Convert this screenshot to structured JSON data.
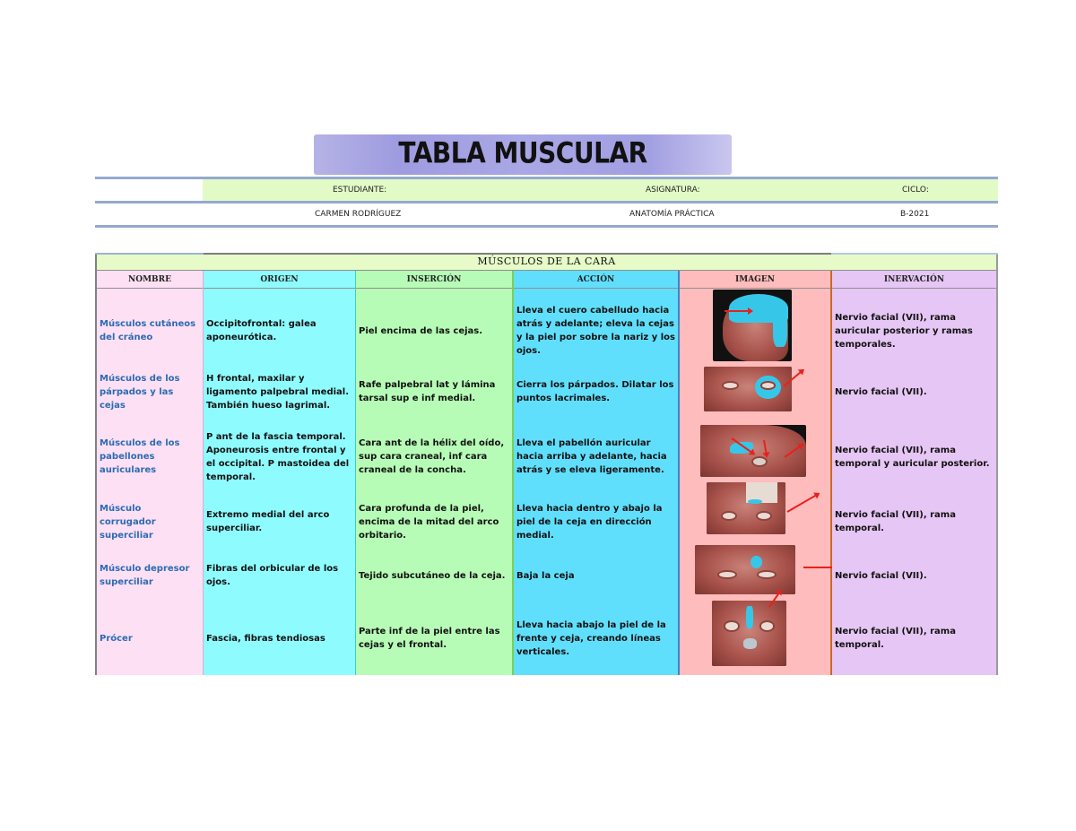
{
  "document": {
    "title": "TABLA MUSCULAR"
  },
  "info": {
    "labels": {
      "student": "ESTUDIANTE:",
      "subject": "ASIGNATURA:",
      "cycle": "CICLO:"
    },
    "values": {
      "student": "CARMEN RODRÍGUEZ",
      "subject": "ANATOMÍA PRÁCTICA",
      "cycle": "B-2021"
    }
  },
  "table": {
    "section_title": "MÚSCULOS  DE LA CARA",
    "columns": [
      "NOMBRE",
      "ORIGEN",
      "INSERCIÓN",
      "ACCIÓN",
      "IMAGEN",
      "INERVACIÓN"
    ],
    "column_colors": {
      "nombre": "#fde0f3",
      "origen": "#8efcff",
      "insercion": "#b6fcb6",
      "accion": "#60dffc",
      "imagen": "#ffbcbc",
      "inervacion": "#e6c6f4"
    },
    "rows": [
      {
        "nombre": "Músculos cutáneos del cráneo",
        "origen": "Occipitofrontal:  galea aponeurótica.",
        "insercion": "Piel encima de las cejas.",
        "accion": "Lleva el cuero cabelludo hacia atrás y adelante; eleva la cejas y la piel por sobre la nariz y los ojos.",
        "imagen": "occipitofrontal-lateral-view",
        "inervacion": "Nervio facial (VII), rama auricular posterior y ramas temporales."
      },
      {
        "nombre": "Músculos de los párpados y las cejas",
        "origen": "H frontal, maxilar y ligamento palpebral medial. También hueso lagrimal.",
        "insercion": "Rafe palpebral lat y lámina tarsal sup e inf medial.",
        "accion": "Cierra los párpados. Dilatar los puntos lacrimales.",
        "imagen": "orbicularis-oculi-front-view",
        "inervacion": "Nervio facial (VII)."
      },
      {
        "nombre": "Músculos de los pabellones auriculares",
        "origen": "P ant de la fascia temporal. Aponeurosis entre frontal y el occipital. P mastoidea del temporal.",
        "insercion": "Cara ant de la hélix del oído,  sup cara craneal,  inf cara craneal de la concha.",
        "accion": "Lleva el pabellón auricular hacia arriba y adelante, hacia atrás y se eleva ligeramente.",
        "imagen": "auricular-muscles-lateral-view",
        "inervacion": "Nervio facial (VII), rama temporal y auricular posterior."
      },
      {
        "nombre": "Músculo corrugador superciliar",
        "origen": "Extremo medial del arco superciliar.",
        "insercion": "Cara profunda de la piel, encima de la mitad del arco orbitario.",
        "accion": "Lleva  hacia dentro y abajo la piel de la ceja en dirección medial.",
        "imagen": "corrugator-supercilii-front-view",
        "inervacion": "Nervio facial (VII), rama temporal."
      },
      {
        "nombre": "Músculo depresor superciliar",
        "origen": "Fibras del orbicular de los ojos.",
        "insercion": "Tejido subcutáneo de la ceja.",
        "accion": "Baja la ceja",
        "imagen": "depressor-supercilii-front-view",
        "inervacion": "Nervio facial (VII)."
      },
      {
        "nombre": "Prócer",
        "origen": "Fascia, fibras tendiosas",
        "insercion": "Parte inf de la piel entre las cejas y el frontal.",
        "accion": "Lleva hacia abajo la piel de la frente y ceja, creando líneas verticales.",
        "imagen": "procerus-front-view",
        "inervacion": "Nervio facial (VII), rama temporal."
      }
    ]
  }
}
